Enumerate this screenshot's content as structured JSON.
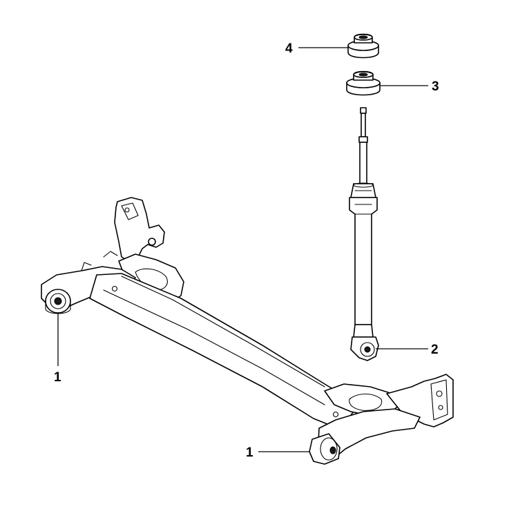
{
  "diagram": {
    "callouts": [
      {
        "id": "bushing-front-left",
        "label": "1"
      },
      {
        "id": "bushing-front-right",
        "label": "1"
      },
      {
        "id": "shock-lower-bushing",
        "label": "2"
      },
      {
        "id": "upper-bushing-lower",
        "label": "3"
      },
      {
        "id": "upper-bushing-upper",
        "label": "4"
      }
    ],
    "colors": {
      "line": "#000000",
      "background": "#ffffff"
    }
  }
}
